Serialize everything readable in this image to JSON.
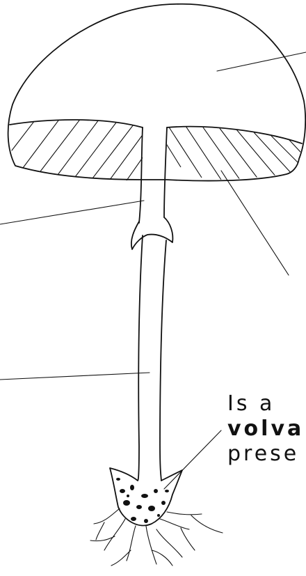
{
  "question": {
    "line1": "Is a",
    "line2_bold": "volva",
    "line3": "prese"
  },
  "colors": {
    "ink": "#111111",
    "background": "#ffffff"
  }
}
